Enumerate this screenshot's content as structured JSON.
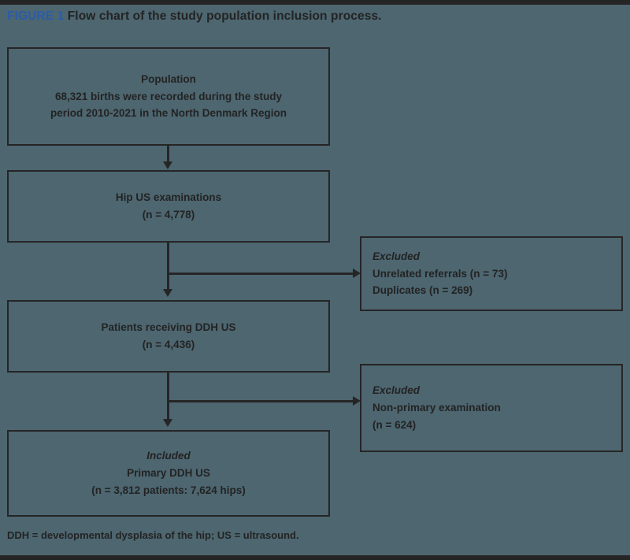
{
  "figure": {
    "label": "FIGURE 1",
    "caption": "Flow chart of the study population inclusion process.",
    "footnote": "DDH = developmental dysplasia of the hip; US = ultrasound.",
    "colors": {
      "background": "#4d6670",
      "stroke": "#262526",
      "text": "#232323",
      "label_accent": "#2a5ca8",
      "edge_strip": "#262526"
    }
  },
  "nodes": {
    "population": {
      "title": "Population",
      "line2": "68,321 births were recorded during the study",
      "line3": "period 2010-2021 in the North Denmark Region"
    },
    "hip_us": {
      "title": "Hip US examinations",
      "count": "(n = 4,778)"
    },
    "ddh_us": {
      "title": "Patients receiving DDH US",
      "count": "(n = 4,436)"
    },
    "excluded_1": {
      "heading": "Excluded",
      "line2": "Unrelated referrals (n = 73)",
      "line3": "Duplicates (n = 269)"
    },
    "excluded_2": {
      "heading": "Excluded",
      "line2": "Non-primary examination",
      "line3": "(n = 624)"
    },
    "included": {
      "heading": "Included",
      "line2": "Primary DDH US",
      "line3": "(n = 3,812 patients: 7,624 hips)"
    }
  }
}
